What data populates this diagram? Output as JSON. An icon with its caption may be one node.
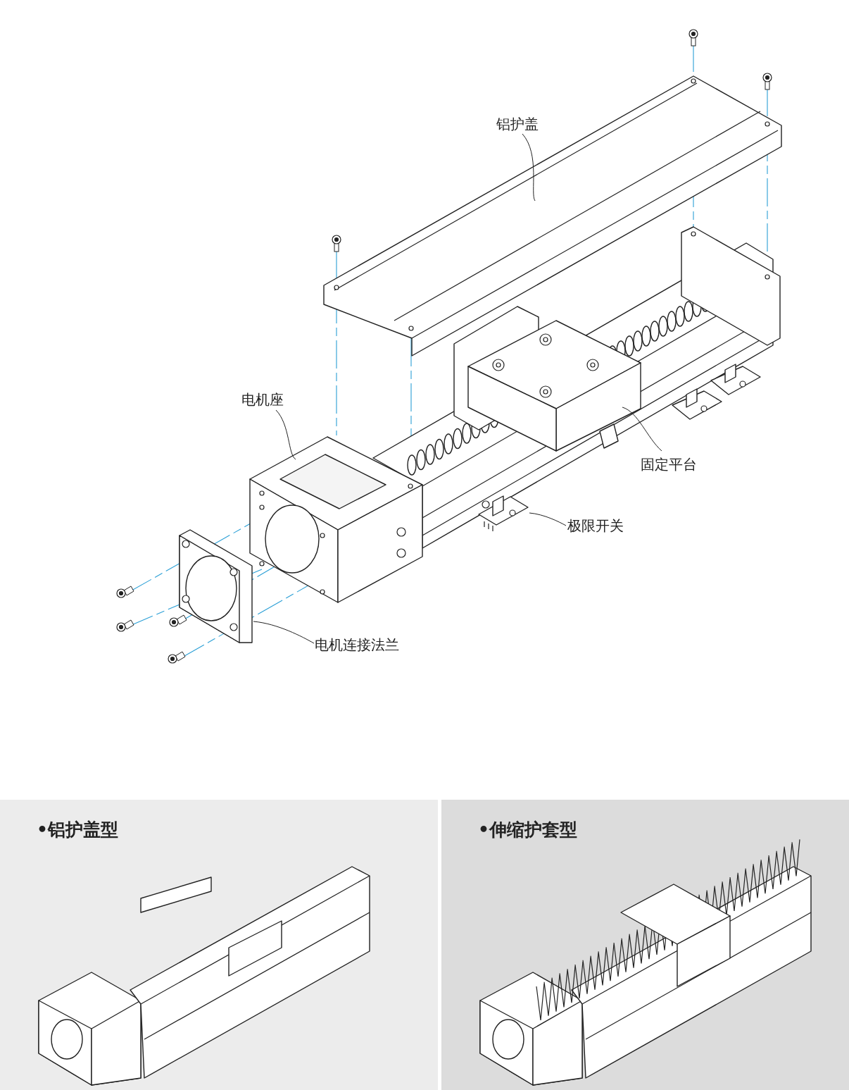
{
  "diagram": {
    "nodes": [
      {
        "text": [
          "铝护盖"
        ]
      },
      {
        "text": [],
        "shape": "picture"
      },
      {
        "text": [
          "电机座"
        ]
      },
      {
        "text": [],
        "shape": "picture"
      },
      {
        "text": [
          "固定平台"
        ]
      },
      {
        "text": [],
        "shape": "picture"
      },
      {
        "text": [
          "极限开关"
        ]
      },
      {
        "text": [],
        "shape": "picture"
      },
      {
        "text": [
          "电机连接法兰"
        ]
      },
      {
        "text": [],
        "shape": "picture"
      },
      {
        "text": [
          "•铝护盖型"
        ]
      },
      {
        "text": [
          "•伸缩护套型"
        ]
      }
    ],
    "edges": [
      {
        "from": 0,
        "to": 1,
        "arrow": "none"
      },
      {
        "from": 2,
        "to": 3,
        "arrow": "none"
      },
      {
        "from": 4,
        "to": 5,
        "arrow": "none"
      },
      {
        "from": 6,
        "to": 7,
        "arrow": "none"
      },
      {
        "from": 8,
        "to": 9,
        "arrow": "none"
      }
    ]
  }
}
